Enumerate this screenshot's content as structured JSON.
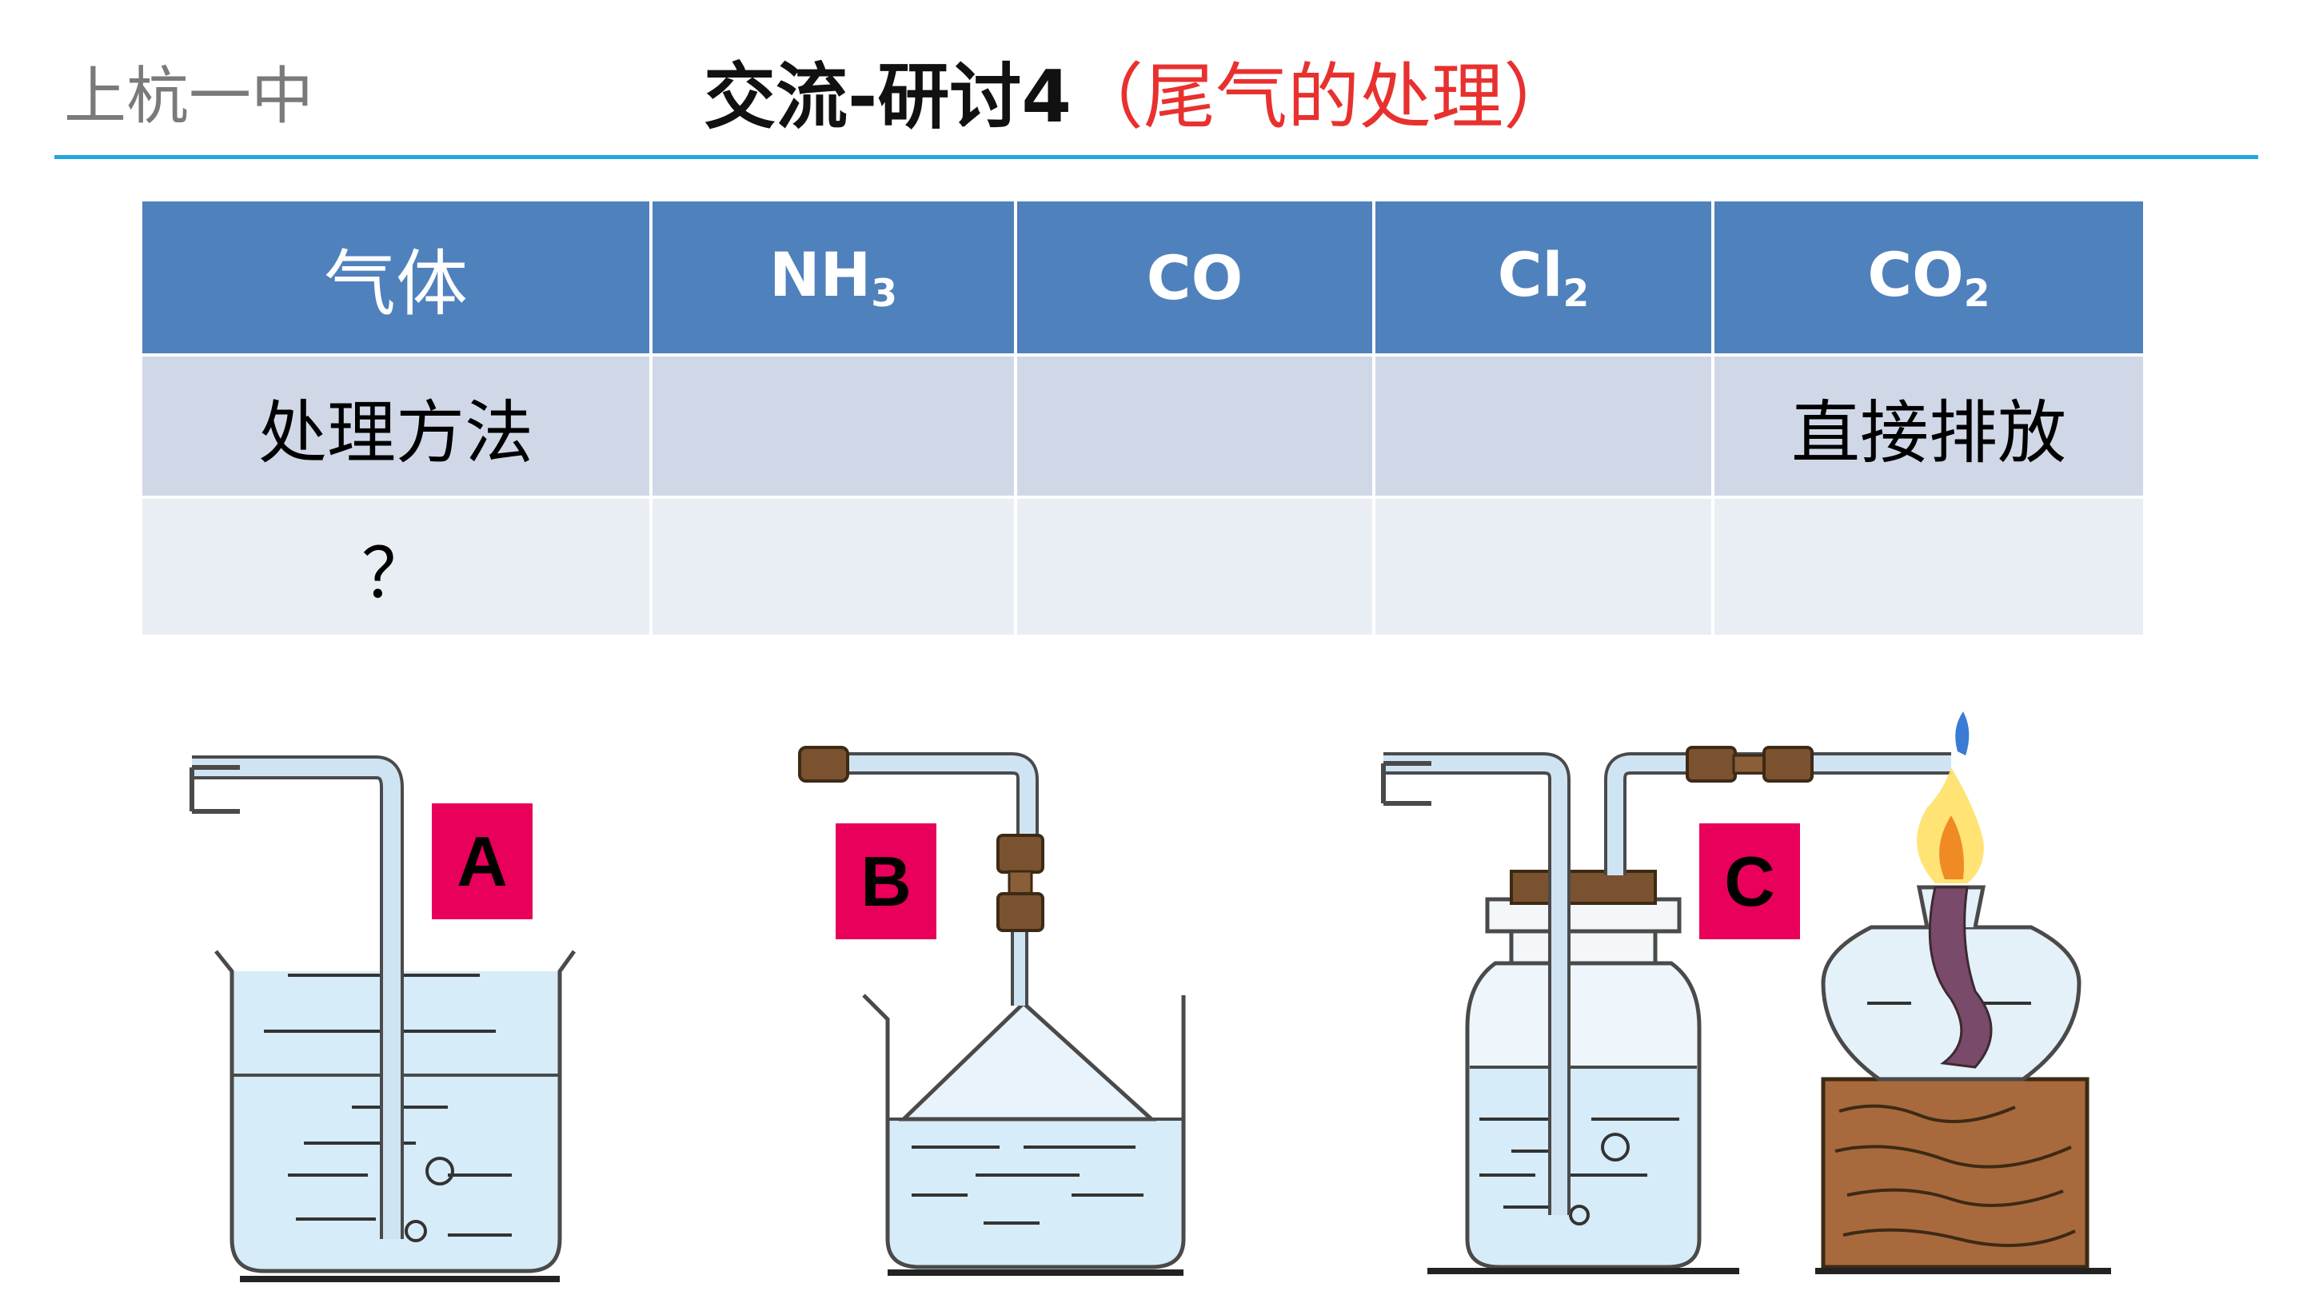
{
  "header": {
    "school": "上杭一中",
    "title_main": "交流-研讨4",
    "title_sub": "（尾气的处理）"
  },
  "table": {
    "columns": [
      {
        "label": "气体",
        "sub": ""
      },
      {
        "label": "NH",
        "sub": "3"
      },
      {
        "label": "CO",
        "sub": ""
      },
      {
        "label": "Cl",
        "sub": "2"
      },
      {
        "label": "CO",
        "sub": "2"
      }
    ],
    "rows": [
      [
        "处理方法",
        "",
        "",
        "",
        "直接排放"
      ],
      [
        "？",
        "",
        "",
        "",
        ""
      ]
    ]
  },
  "figures": {
    "labels": [
      "A",
      "B",
      "C"
    ],
    "label_color": "#e8005a"
  },
  "colors": {
    "header_bg": "#4f81bd",
    "row1_bg": "#d0d8e8",
    "row2_bg": "#e9edf4",
    "rule": "#22a6e0",
    "title_sub": "#e8312f"
  }
}
